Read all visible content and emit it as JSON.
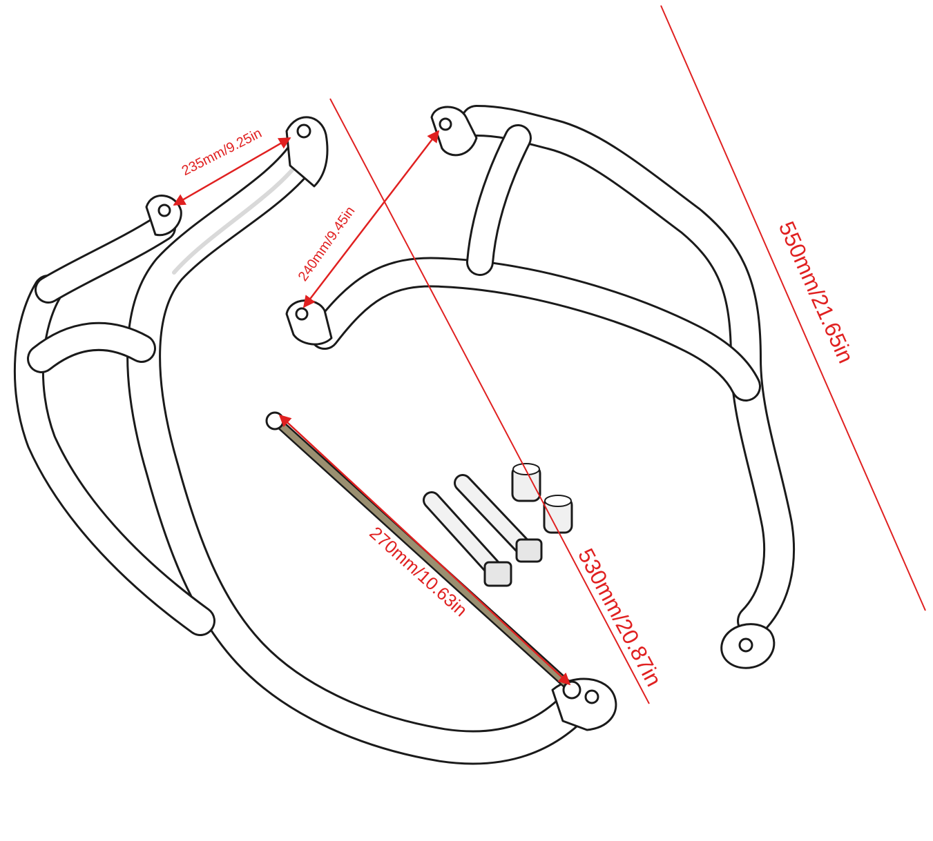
{
  "dimensions": {
    "left_bar_mount": "235mm/9.25in",
    "right_bar_mount": "240mm/9.45in",
    "rod_length": "270mm/10.63in",
    "left_bar_height": "530mm/20.87in",
    "right_bar_height": "550mm/21.65in"
  },
  "colors": {
    "dimension_red": "#e02020",
    "outline": "#1a1a1a"
  }
}
